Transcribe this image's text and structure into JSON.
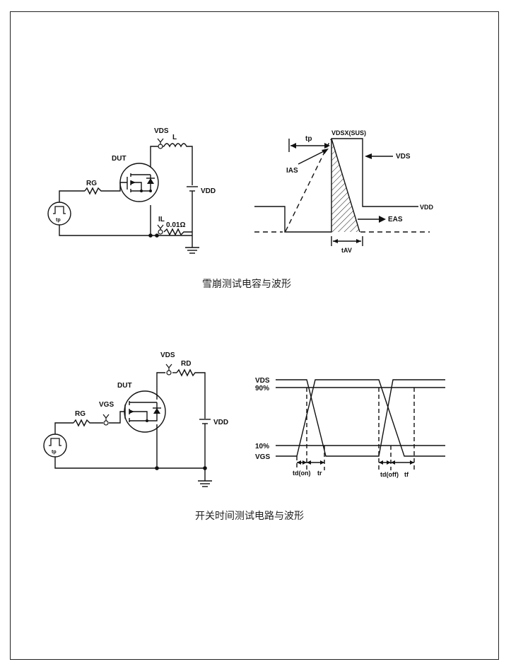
{
  "avalanche": {
    "caption": "雪崩测试电容与波形",
    "circuit": {
      "vds": "VDS",
      "inductor": "L",
      "dut": "DUT",
      "rg": "RG",
      "vdd": "VDD",
      "il": "IL",
      "shunt": "0.01Ω",
      "source": "tp"
    },
    "waveform": {
      "tp": "tp",
      "vdsx": "VDSX(SUS)",
      "vds": "VDS",
      "ias": "IAS",
      "vdd": "VDD",
      "eas": "EAS",
      "tav": "tAV"
    }
  },
  "switching": {
    "caption": "开关时间测试电路与波形",
    "circuit": {
      "vds": "VDS",
      "rd": "RD",
      "dut": "DUT",
      "rg": "RG",
      "vgs": "VGS",
      "vdd": "VDD",
      "source": "tp"
    },
    "waveform": {
      "vds": "VDS",
      "p90": "90%",
      "p10": "10%",
      "vgs": "VGS",
      "tdon": "td(on)",
      "tr": "tr",
      "tdoff": "td(off)",
      "tf": "tf"
    }
  }
}
